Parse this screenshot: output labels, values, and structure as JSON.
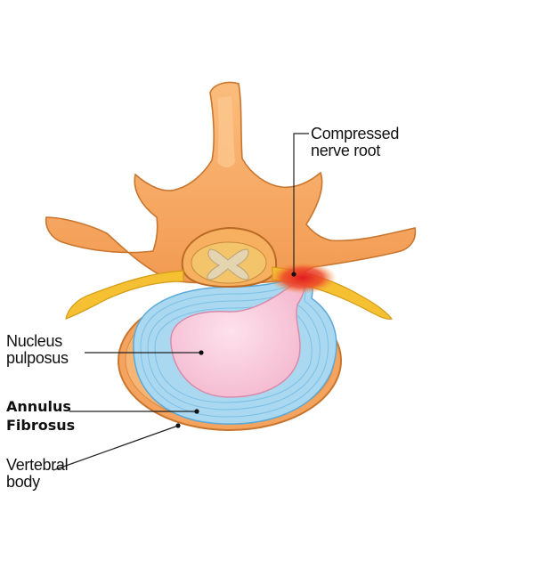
{
  "labels": {
    "compressed_nerve_root": "Compressed\nnerve root",
    "nucleus_pulposus": "Nucleus\npulposus",
    "annulus_fibrosus": "Annulus\nFibrosus",
    "vertebral_body": "Vertebral\nbody"
  },
  "colors": {
    "bone": "#f7a864",
    "bone_outline": "#c8762f",
    "disc_annulus": "#a9d8f0",
    "disc_annulus_lines": "#6fb8e0",
    "nucleus": "#f6c2d6",
    "nerve": "#f5c032",
    "nerve_compressed": "#e8252a",
    "spinal_cord": "#e5d4b0",
    "leader_line": "#222222"
  }
}
